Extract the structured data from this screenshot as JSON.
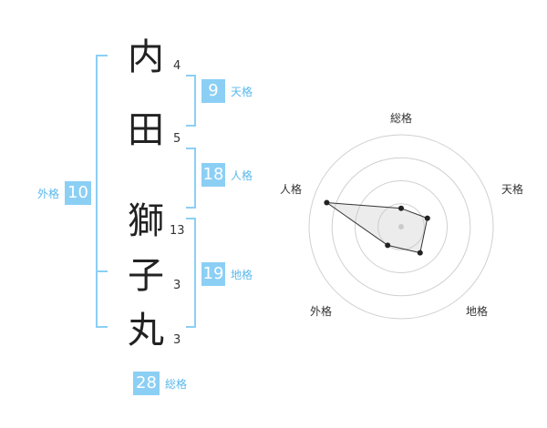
{
  "name": {
    "chars": [
      {
        "char": "内",
        "strokes": "4"
      },
      {
        "char": "田",
        "strokes": "5"
      },
      {
        "char": "獅",
        "strokes": "13"
      },
      {
        "char": "子",
        "strokes": "3"
      },
      {
        "char": "丸",
        "strokes": "3"
      }
    ]
  },
  "fortune": {
    "tenkaku": {
      "value": "9",
      "label": "天格"
    },
    "jinkaku": {
      "value": "18",
      "label": "人格"
    },
    "chikaku": {
      "value": "19",
      "label": "地格"
    },
    "gaikaku": {
      "value": "10",
      "label": "外格"
    },
    "soukaku": {
      "value": "28",
      "label": "総格"
    }
  },
  "colors": {
    "bracket": "#8ccff5",
    "badge": "#8ccff5",
    "label": "#5ab8ec"
  },
  "chart_data": {
    "type": "radar",
    "axes": [
      "総格",
      "天格",
      "地格",
      "外格",
      "人格"
    ],
    "values": [
      0.2,
      0.3,
      0.35,
      0.25,
      0.85
    ],
    "rings": 4,
    "range": [
      0,
      1
    ]
  }
}
